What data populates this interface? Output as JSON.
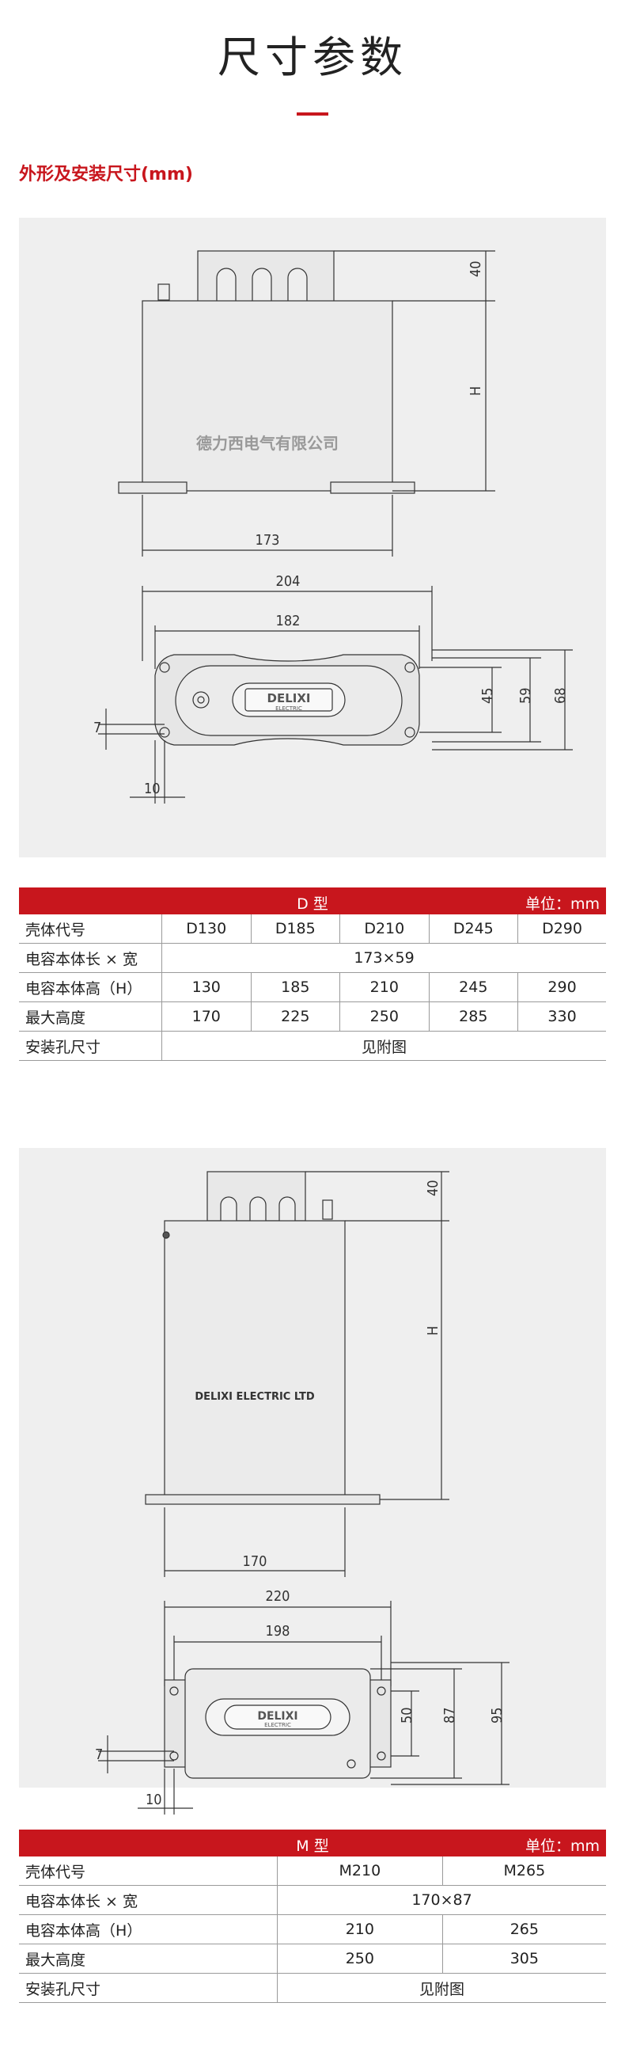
{
  "page": {
    "title": "尺寸参数",
    "subtitle": "外形及安装尺寸(mm)"
  },
  "drawing1": {
    "company_watermark": "德力西电气有限公司",
    "dim_top": "40",
    "dim_h": "H",
    "dim_width": "173",
    "dim_204": "204",
    "dim_182": "182",
    "dim_45": "45",
    "dim_59": "59",
    "dim_68": "68",
    "dim_7": "7",
    "dim_10": "10",
    "logo_text": "DELIXI",
    "logo_sub": "ELECTRIC"
  },
  "table_d": {
    "type_label": "D 型",
    "unit_label": "单位：mm",
    "rows": [
      {
        "label": "壳体代号",
        "cells": [
          "D130",
          "D185",
          "D210",
          "D245",
          "D290"
        ]
      },
      {
        "label": "电容本体长 × 宽",
        "cells": [
          "173×59"
        ]
      },
      {
        "label": "电容本体高（H）",
        "cells": [
          "130",
          "185",
          "210",
          "245",
          "290"
        ]
      },
      {
        "label": "最大高度",
        "cells": [
          "170",
          "225",
          "250",
          "285",
          "330"
        ]
      },
      {
        "label": "安装孔尺寸",
        "cells": [
          "见附图"
        ]
      }
    ]
  },
  "drawing2": {
    "company_text": "DELIXI ELECTRIC LTD",
    "dim_top": "40",
    "dim_h": "H",
    "dim_width": "170",
    "dim_220": "220",
    "dim_198": "198",
    "dim_50": "50",
    "dim_87": "87",
    "dim_95": "95",
    "dim_7": "7",
    "dim_10": "10",
    "logo_text": "DELIXI",
    "logo_sub": "ELECTRIC"
  },
  "table_m": {
    "type_label": "M 型",
    "unit_label": "单位：mm",
    "rows": [
      {
        "label": "壳体代号",
        "cells": [
          "M210",
          "M265"
        ]
      },
      {
        "label": "电容本体长 × 宽",
        "cells": [
          "170×87"
        ]
      },
      {
        "label": "电容本体高（H）",
        "cells": [
          "210",
          "265"
        ]
      },
      {
        "label": "最大高度",
        "cells": [
          "250",
          "305"
        ]
      },
      {
        "label": "安装孔尺寸",
        "cells": [
          "见附图"
        ]
      }
    ]
  }
}
